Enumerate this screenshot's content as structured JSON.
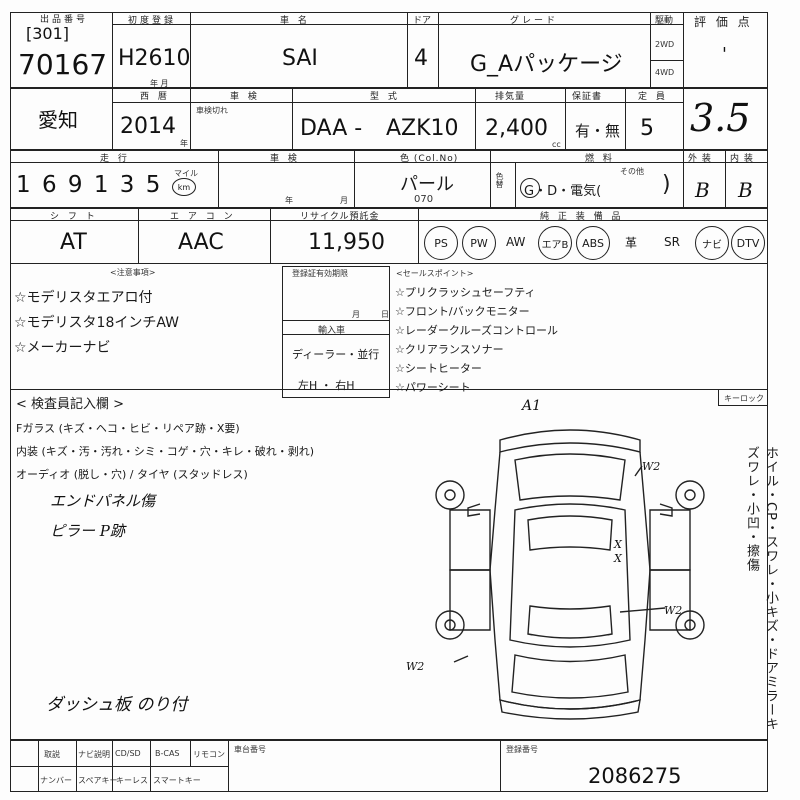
{
  "header": {
    "entry_number_label": "出品番号",
    "lot_prefix": "[301]",
    "lot_number": "70167",
    "first_reg_label": "初度登録",
    "first_reg": "H2610",
    "first_reg_sub": "年 月",
    "make_label": "車 名",
    "make": "SAI",
    "doors_label": "ドア",
    "doors": "4",
    "grade_label": "グレード",
    "grade": "G_Aパッケージ",
    "drive_label": "駆動",
    "drive_2wd": "2WD",
    "drive_4wd": "4WD",
    "rating_label": "評 価 点",
    "rating_mark": "'",
    "score": "3.5"
  },
  "row2": {
    "region": "愛知",
    "year_label": "西 暦",
    "year": "2014",
    "year_unit": "年",
    "inspection_label": "車 検",
    "inspection_note": "車検切れ",
    "model_label": "型 式",
    "model_prefix": "DAA -",
    "model": "AZK10",
    "displacement_label": "排気量",
    "displacement": "2,400",
    "displacement_unit": "cc",
    "warranty_label": "保証書",
    "warranty": "有・無",
    "capacity_label": "定 員",
    "capacity": "5"
  },
  "row3": {
    "mileage_label": "走 行",
    "mileage": "1 6 9  1 3 5",
    "mileage_unit": "マイル",
    "mileage_circle": "km",
    "condition_label": "車 検",
    "inspect_year": "年",
    "inspect_month": "月",
    "color_label": "色 (Col.No)",
    "color": "パール",
    "color_code": "070",
    "color_change": "色替",
    "fuel_label": "燃 料",
    "fuel_other": "その他",
    "fuel_options": "G・D・電気(",
    "fuel_close": ")",
    "exterior_label": "外 装",
    "exterior": "B",
    "interior_label": "内 装",
    "interior": "B"
  },
  "row4": {
    "shift_label": "シ フ ト",
    "shift": "AT",
    "ac_label": "エ ア コ ン",
    "ac": "AAC",
    "recycle_label": "リサイクル預託金",
    "recycle": "11,950",
    "equipment_label": "純 正 装 備 品",
    "equipment": [
      {
        "label": "PS",
        "circled": true
      },
      {
        "label": "PW",
        "circled": true
      },
      {
        "label": "AW",
        "circled": false
      },
      {
        "label": "エアB",
        "circled": true
      },
      {
        "label": "ABS",
        "circled": true
      },
      {
        "label": "革",
        "circled": false
      },
      {
        "label": "SR",
        "circled": false
      },
      {
        "label": "ナビ",
        "circled": true
      },
      {
        "label": "DTV",
        "circled": true
      }
    ]
  },
  "notes": {
    "caution_label": "<注意事項>",
    "caution_items": [
      "☆モデリスタエアロ付",
      "☆モデリスタ18インチAW",
      "☆メーカーナビ"
    ],
    "expiry_label": "登録証有効期限",
    "expiry_month": "月",
    "expiry_day": "日",
    "import_label": "輸入車",
    "import_type": "ディーラー・並行",
    "steering": "左H ・ 右H",
    "sales_label": "<セールスポイント>",
    "sales_items": [
      "☆プリクラッシュセーフティ",
      "☆フロント/バックモニター",
      "☆レーダークルーズコントロール",
      "☆クリアランスソナー",
      "☆シートヒーター",
      "☆パワーシート"
    ]
  },
  "inspector": {
    "title": "< 検査員記入欄 >",
    "glass_line": "Fガラス (キズ・ヘコ・ヒビ・リペア跡・X要)",
    "interior_line": "内装 (キズ・汚・汚れ・シミ・コゲ・穴・キレ・破れ・剥れ)",
    "audio_line": "オーディオ (脱し・穴) / タイヤ (スタッドレス)",
    "hand_notes": [
      "エンドパネル傷",
      "ピラー P跡",
      "ダッシュ板 のり付"
    ],
    "diagram_marks": [
      "A1",
      "W2",
      "X",
      "X",
      "W2",
      "W2"
    ],
    "keylock_label": "キーロック",
    "side_notes": "ホイル・CP・スワレ・小キズ・ドアミラーキズワレ・小凹・擦傷"
  },
  "footer": {
    "cells_row1": [
      "取説",
      "ナビ説明",
      "CD/SD",
      "B-CAS",
      "リモコン"
    ],
    "cells_row2": [
      "ナンバー",
      "スペアキー",
      "キーレス",
      "スマートキー"
    ],
    "frame_label": "車台番号",
    "reg_label": "登録番号",
    "chassis": "2086275"
  }
}
